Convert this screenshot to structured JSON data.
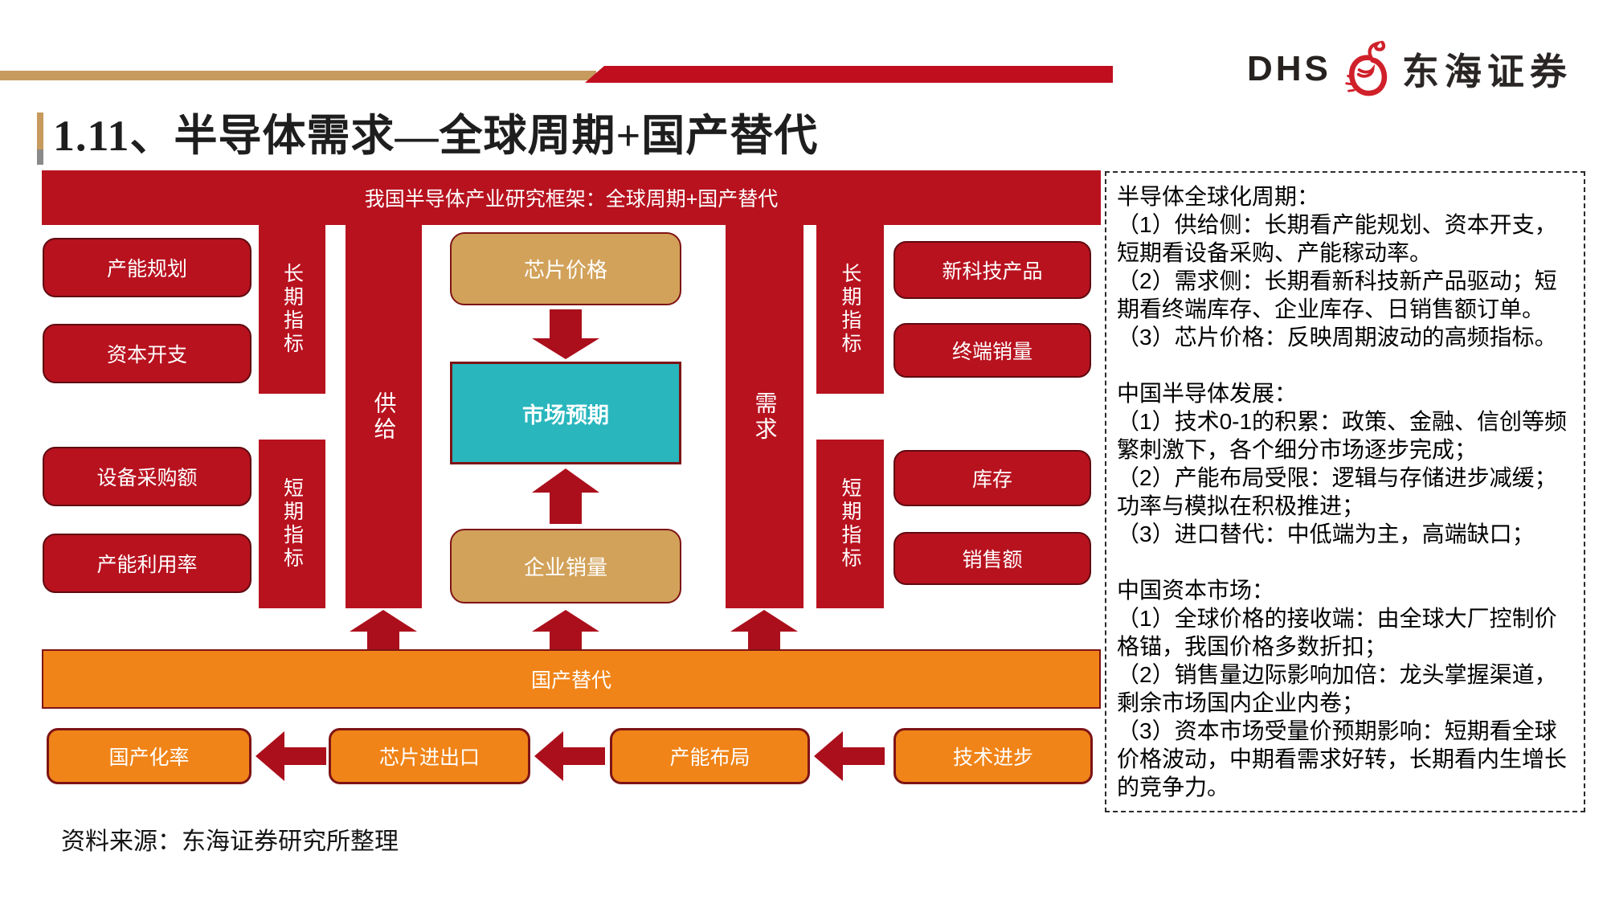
{
  "brand": {
    "short_name": "DHS",
    "cn_name": "东海证券"
  },
  "page": {
    "title": "1.11、半导体需求—全球周期+国产替代",
    "source_note": "资料来源：东海证券研究所整理"
  },
  "diagram": {
    "top_banner": "我国半导体产业研究框架：全球周期+国产替代",
    "bottom_banner": "国产替代",
    "supply": {
      "column": "供给",
      "long_label": "长期指标",
      "long_items": [
        "产能规划",
        "资本开支"
      ],
      "short_label": "短期指标",
      "short_items": [
        "设备采购额",
        "产能利用率"
      ]
    },
    "demand": {
      "column": "需求",
      "long_label": "长期指标",
      "long_items": [
        "新科技产品",
        "终端销量"
      ],
      "short_label": "短期指标",
      "short_items": [
        "库存",
        "销售额"
      ]
    },
    "center": {
      "top": "芯片价格",
      "middle": "市场预期",
      "bottom": "企业销量"
    },
    "bottom_row": [
      "国产化率",
      "芯片进出口",
      "产能布局",
      "技术进步"
    ],
    "colors": {
      "red": "#B8121F",
      "orange": "#F08418",
      "tan": "#D2A25A",
      "teal": "#29B6BD",
      "gold": "#C79A5E",
      "dark_border": "#5F0A10"
    }
  },
  "notes": {
    "sections": [
      {
        "heading": "半导体全球化周期：",
        "lines": [
          "（1）供给侧：长期看产能规划、资本开支，短期看设备采购、产能稼动率。",
          "（2）需求侧：长期看新科技新产品驱动；短期看终端库存、企业库存、日销售额订单。",
          "（3）芯片价格：反映周期波动的高频指标。"
        ]
      },
      {
        "heading": "中国半导体发展：",
        "lines": [
          "（1）技术0-1的积累：政策、金融、信创等频繁刺激下，各个细分市场逐步完成；",
          "（2）产能布局受限：逻辑与存储进步减缓；功率与模拟在积极推进；",
          "（3）进口替代：中低端为主，高端缺口；"
        ]
      },
      {
        "heading": "中国资本市场：",
        "lines": [
          "（1）全球价格的接收端：由全球大厂控制价格锚，我国价格多数折扣；",
          "（2）销售量边际影响加倍：龙头掌握渠道，剩余市场国内企业内卷；",
          "（3）资本市场受量价预期影响：短期看全球价格波动，中期看需求好转，长期看内生增长的竞争力。"
        ]
      }
    ]
  }
}
